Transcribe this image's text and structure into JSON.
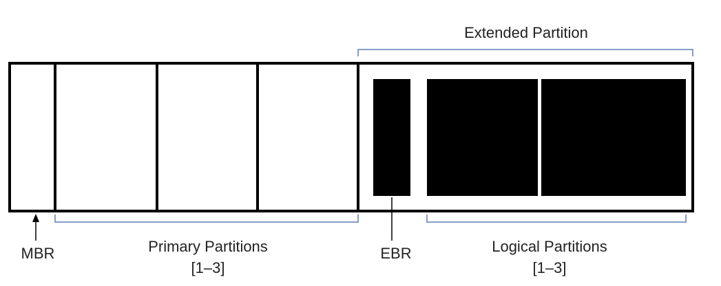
{
  "labels": {
    "extended_partition": "Extended Partition",
    "mbr": "MBR",
    "primary_partitions": "Primary Partitions",
    "primary_range": "[1–3]",
    "ebr": "EBR",
    "logical_partitions": "Logical Partitions",
    "logical_range": "[1–3]"
  },
  "colors": {
    "outline": "#000000",
    "bracket": "#5b7fb5",
    "fill": "#000000",
    "text": "#222222"
  }
}
